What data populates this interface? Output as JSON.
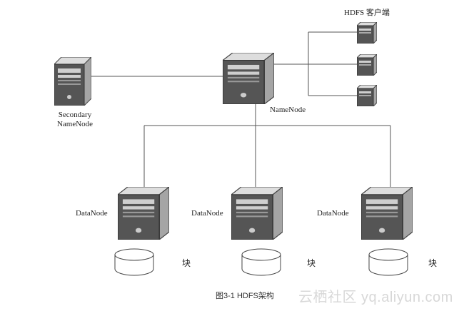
{
  "nodes": {
    "secondary_namenode": {
      "label_line1": "Secondary",
      "label_line2": "NameNode"
    },
    "namenode": {
      "label": "NameNode"
    },
    "hdfs_client": {
      "label": "HDFS 客户端"
    },
    "datanodes": [
      {
        "label": "DataNode",
        "block_label": "块"
      },
      {
        "label": "DataNode",
        "block_label": "块"
      },
      {
        "label": "DataNode",
        "block_label": "块"
      }
    ]
  },
  "caption": "图3-1 HDFS架构",
  "watermark": "云栖社区 yq.aliyun.com",
  "icons": {
    "server": "server-tower-icon",
    "client": "client-computer-icon",
    "disk": "disk-storage-icon"
  },
  "colors": {
    "line": "#555555",
    "server_dark": "#3a3a3a",
    "server_light": "#bdbdbd"
  }
}
